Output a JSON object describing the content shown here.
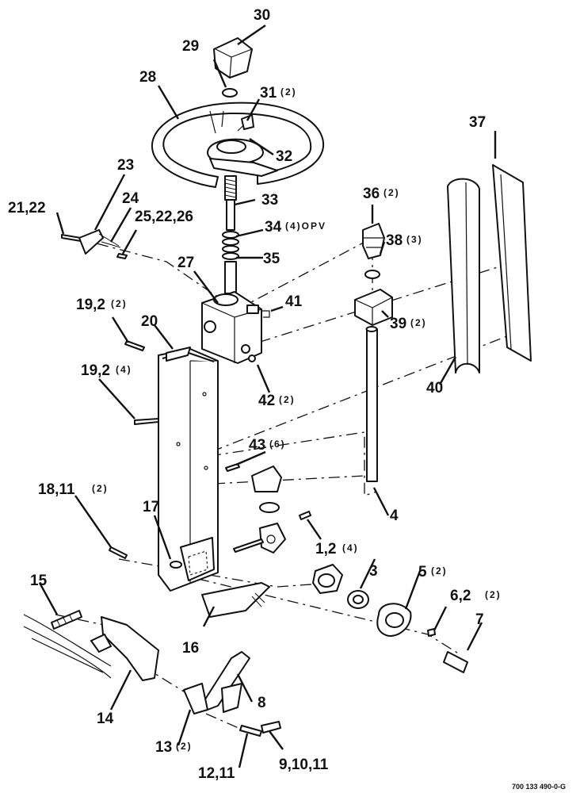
{
  "document_number": "700 133 490-0-G",
  "callouts": [
    {
      "id": "c30",
      "label": "30",
      "qty": ""
    },
    {
      "id": "c29",
      "label": "29",
      "qty": ""
    },
    {
      "id": "c28",
      "label": "28",
      "qty": ""
    },
    {
      "id": "c31",
      "label": "31",
      "qty": "(2)"
    },
    {
      "id": "c32",
      "label": "32",
      "qty": ""
    },
    {
      "id": "c37",
      "label": "37",
      "qty": ""
    },
    {
      "id": "c23",
      "label": "23",
      "qty": ""
    },
    {
      "id": "c33",
      "label": "33",
      "qty": ""
    },
    {
      "id": "c36",
      "label": "36",
      "qty": "(2)"
    },
    {
      "id": "c24",
      "label": "24",
      "qty": ""
    },
    {
      "id": "c2122",
      "label": "21,22",
      "qty": ""
    },
    {
      "id": "c252226",
      "label": "25,22,26",
      "qty": ""
    },
    {
      "id": "c34",
      "label": "34",
      "qty": "(4)OPV"
    },
    {
      "id": "c38",
      "label": "38",
      "qty": "(3)"
    },
    {
      "id": "c35",
      "label": "35",
      "qty": ""
    },
    {
      "id": "c27",
      "label": "27",
      "qty": ""
    },
    {
      "id": "c41",
      "label": "41",
      "qty": ""
    },
    {
      "id": "c192a",
      "label": "19,2",
      "qty": "(2)"
    },
    {
      "id": "c39",
      "label": "39",
      "qty": "(2)"
    },
    {
      "id": "c20",
      "label": "20",
      "qty": ""
    },
    {
      "id": "c192b",
      "label": "19,2",
      "qty": "(4)"
    },
    {
      "id": "c40",
      "label": "40",
      "qty": ""
    },
    {
      "id": "c42",
      "label": "42",
      "qty": "(2)"
    },
    {
      "id": "c43",
      "label": "43",
      "qty": "(6)"
    },
    {
      "id": "c1811",
      "label": "18,11",
      "qty": "(2)"
    },
    {
      "id": "c4",
      "label": "4",
      "qty": ""
    },
    {
      "id": "c17",
      "label": "17",
      "qty": ""
    },
    {
      "id": "c12",
      "label": "1,2",
      "qty": "(4)"
    },
    {
      "id": "c15",
      "label": "15",
      "qty": ""
    },
    {
      "id": "c3",
      "label": "3",
      "qty": ""
    },
    {
      "id": "c5",
      "label": "5",
      "qty": "(2)"
    },
    {
      "id": "c62",
      "label": "6,2",
      "qty": "(2)"
    },
    {
      "id": "c16",
      "label": "16",
      "qty": ""
    },
    {
      "id": "c7",
      "label": "7",
      "qty": ""
    },
    {
      "id": "c8",
      "label": "8",
      "qty": ""
    },
    {
      "id": "c14",
      "label": "14",
      "qty": ""
    },
    {
      "id": "c13",
      "label": "13",
      "qty": "(2)"
    },
    {
      "id": "c91011",
      "label": "9,10,11",
      "qty": ""
    },
    {
      "id": "c1211",
      "label": "12,11",
      "qty": ""
    }
  ]
}
